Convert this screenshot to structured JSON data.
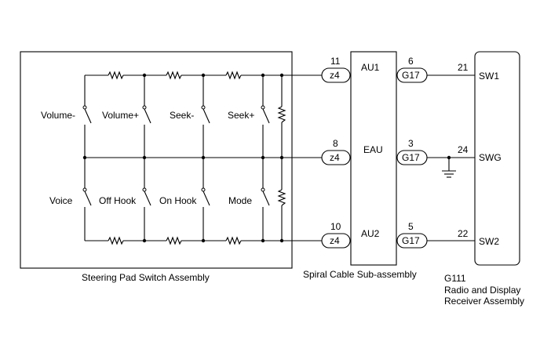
{
  "switch_assembly": {
    "label": "Steering Pad Switch Assembly",
    "switches_upper": [
      "Volume-",
      "Volume+",
      "Seek-",
      "Seek+"
    ],
    "switches_lower": [
      "Voice",
      "Off Hook",
      "On Hook",
      "Mode"
    ]
  },
  "spiral_cable": {
    "label": "Spiral Cable Sub-assembly",
    "pins": [
      "AU1",
      "EAU",
      "AU2"
    ]
  },
  "receiver": {
    "code": "G111",
    "label_line1": "Radio and Display",
    "label_line2": "Receiver Assembly",
    "pins": [
      "SW1",
      "SWG",
      "SW2"
    ]
  },
  "connectors": {
    "left": [
      {
        "code": "z4",
        "pin": "11"
      },
      {
        "code": "z4",
        "pin": "8"
      },
      {
        "code": "z4",
        "pin": "10"
      }
    ],
    "mid": [
      {
        "code": "G17",
        "pin": "6"
      },
      {
        "code": "G17",
        "pin": "3"
      },
      {
        "code": "G17",
        "pin": "5"
      }
    ],
    "right_pins": [
      "21",
      "24",
      "22"
    ]
  }
}
